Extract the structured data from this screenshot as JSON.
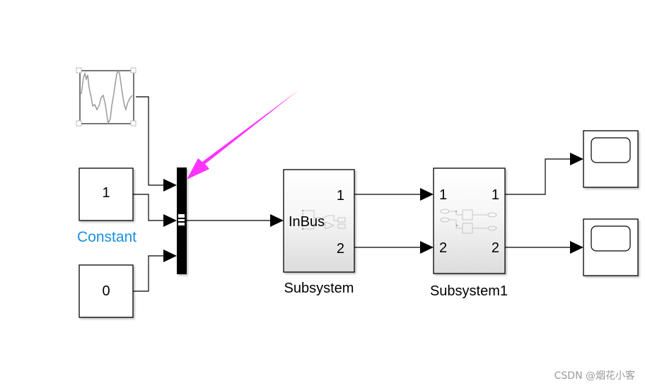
{
  "diagram": {
    "blocks": {
      "signal_source": {
        "name": "",
        "kind": "signal-generator"
      },
      "constant_one": {
        "value": "1",
        "label": "Constant"
      },
      "constant_zero": {
        "value": "0"
      },
      "bus_creator": {
        "kind": "bus-creator"
      },
      "subsystem": {
        "name": "Subsystem",
        "inner_label": "InBus",
        "out_ports": [
          "1",
          "2"
        ]
      },
      "subsystem1": {
        "name": "Subsystem1",
        "in_ports": [
          "1",
          "2"
        ],
        "out_ports": [
          "1",
          "2"
        ]
      },
      "scope1": {
        "kind": "scope"
      },
      "scope2": {
        "kind": "scope"
      }
    },
    "annotation": {
      "kind": "magenta-arrow",
      "color": "#ff33ff",
      "points_to": "bus_creator"
    },
    "colors": {
      "line": "#000000",
      "label_highlight": "#1a8fe3",
      "block_border": "#000000"
    }
  },
  "watermark": "CSDN @烟花小客"
}
